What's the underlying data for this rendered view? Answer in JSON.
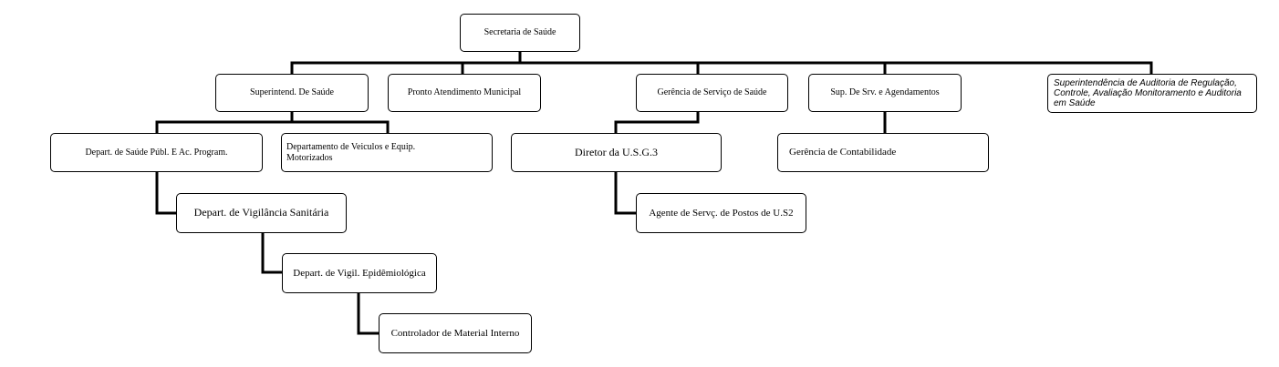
{
  "org_chart": {
    "root": "Secretaria de Saúde",
    "superintend": "Superintend. De Saúde",
    "pronto": "Pronto Atendimento Municipal",
    "gerencia_servico": "Gerência de Serviço de Saúde",
    "sup_srv": "Sup. De Srv. e Agendamentos",
    "superintendencia_auditoria": "Superintendência de Auditoria de Regulação, Controle, Avaliação Monitoramento e Auditoria em Saúde",
    "depart_saude_publ": "Depart. de Saúde Públ. E Ac. Program.",
    "depart_veiculos": "Departamento de Veiculos e Equip. Motorizados",
    "depart_vigilancia_sanitaria": "Depart. de Vigilância Sanitária",
    "depart_vigil_epidemiologica": "Depart. de Vigil. Epidêmiológica",
    "controlador_material": "Controlador de Material Interno",
    "diretor_usg3": "Diretor da U.S.G.3",
    "agente_postos": "Agente de Servç. de Postos de U.S2",
    "gerencia_contabilidade": "Gerência de Contabilidade"
  }
}
